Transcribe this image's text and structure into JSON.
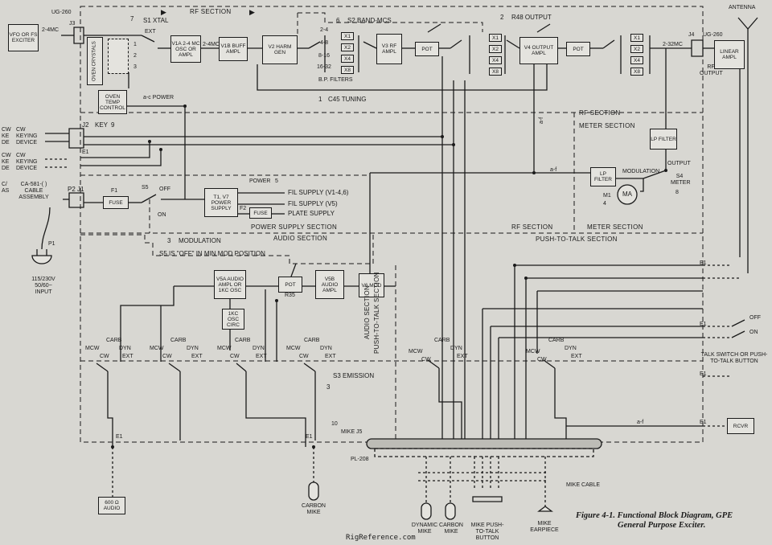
{
  "caption": {
    "line1": "Figure 4-1.  Functional Block Diagram, GPE",
    "line2": "General Purpose Exciter."
  },
  "watermark": "RigReference.com",
  "sections": {
    "rf_top": "RF SECTION",
    "rf_right": "RF SECTION",
    "meter_top": "METER SECTION",
    "rf_lower": "RF SECTION",
    "meter_lower": "METER SECTION",
    "power_supply": "POWER SUPPLY SECTION",
    "audio": "AUDIO SECTION",
    "ptt": "PUSH-TO-TALK SECTION",
    "audio_vert": "AUDIO SECTION",
    "ptt_vert": "PUSH-TO-TALK SECTION"
  },
  "blocks": {
    "vfo": "VFO OR FS EXCITER",
    "oven_crystals": "OVEN CRYSTALS",
    "oven_temp": "OVEN TEMP CONTROL",
    "v1a": "V1A 2-4 MC OSC OR AMPL",
    "v1b": "V1B BUFF AMPL",
    "v2": "V2 HARM GEN",
    "v3": "V3 RF AMPL",
    "pot1": "POT",
    "v4": "V4 OUTPUT AMPL",
    "pot2": "POT",
    "linear": "LINEAR AMPL",
    "lp_filter_top": "LP FILTER",
    "lp_filter_meter": "LP FILTER",
    "ma": "MA",
    "fuse_input": "FUSE",
    "power_supply": "T1, V7 POWER SUPPLY",
    "fuse_plate": "FUSE",
    "v5a": "V5A AUDIO AMPL OR 1KC OSC",
    "pot3": "POT",
    "v5b": "V5B AUDIO AMPL",
    "v6": "V6 MOD",
    "osc1kc": "1KC OSC CIRC",
    "audio600": "600 Ω AUDIO",
    "rcvr": "RCVR"
  },
  "labels": {
    "ug260_left": "UG-260",
    "j3": "J3",
    "two4mc": "2-4MC",
    "s1_xtal": "S1 XTAL",
    "ext": "EXT",
    "xtal_1": "1",
    "xtal_2": "2",
    "xtal_3": "3",
    "two4mc_b": "2-4MC",
    "s2": "S2 BAND-MCS",
    "s2_num": "6",
    "band_24": "2-4",
    "band_48": "4-8",
    "band_816": "8-16",
    "band_1632": "16-32",
    "bp_filters": "B.P. FILTERS",
    "x1": "X1",
    "x2": "X2",
    "x4": "X4",
    "x8": "X8",
    "r48": "R48 OUTPUT",
    "r48_num": "2",
    "c45": "C45 TUNING",
    "c45_num": "1",
    "s1_num": "7",
    "antenna": "ANTENNA",
    "j4": "J4",
    "ug260_right": "UG-260",
    "two32mc": "2-32MC",
    "rf_output": "RF OUTPUT",
    "ac_power": "a-c POWER",
    "j2": "J2",
    "key": "KEY",
    "key_num": "9",
    "cw_keying_1": "CW KEYING DEVICE",
    "cw_keying_2": "CW KEYING DEVICE",
    "cw_left_1": "CW KE DE",
    "cw_left_2": "CW KE DE",
    "e1_a": "E1",
    "af_vert": "a-f",
    "af_horiz": "a-f",
    "modulation": "MODULATION",
    "output": "OUTPUT",
    "s4": "S4 METER",
    "s4_num": "8",
    "m1": "M1",
    "m1_num": "4",
    "ca581": "CA-581-( ) CABLE ASSEMBLY",
    "ca_left": "C/ AS",
    "p2j1": "P2  J1",
    "f1": "F1",
    "s5": "S5",
    "off": "OFF",
    "on": "ON",
    "power_lbl": "POWER",
    "power_num": "5",
    "fil1": "FIL SUPPLY (V1-4,6)",
    "fil2": "FIL SUPPLY (V5)",
    "f2": "F2",
    "plate": "PLATE SUPPLY",
    "p1": "P1",
    "input": "115/230V 50/60~ INPUT",
    "mod3": "MODULATION",
    "mod3_num": "3",
    "s5note": "S5 IS \"OFF\" IN MIN MOD POSITION",
    "r35": "R35",
    "s3": "S3 EMISSION",
    "s3_num": "3",
    "mike_j5": "MIKE J5",
    "j5_num": "10",
    "pl208": "PL-208",
    "e1_b": "E1",
    "e1_c": "E1",
    "e1_d": "E1",
    "e1_e": "E1",
    "e1_f": "E1",
    "e1_g": "E1",
    "carbon_mike": "CARBON MIKE",
    "dyn_mike": "DYNAMIC MIKE",
    "carbon_mike2": "CARBON MIKE",
    "ptt_button": "MIKE PUSH-TO-TALK BUTTON",
    "earpiece": "MIKE EARPIECE",
    "mike_cable": "MIKE CABLE",
    "talk_switch": "TALK SWITCH OR PUSH-TO-TALK BUTTON",
    "off_r": "OFF",
    "on_r": "ON",
    "af_rcvr": "a-f",
    "mcw": "MCW",
    "cw": "CW",
    "carb": "CARB",
    "dyn": "DYN",
    "ext_sw": "EXT"
  }
}
